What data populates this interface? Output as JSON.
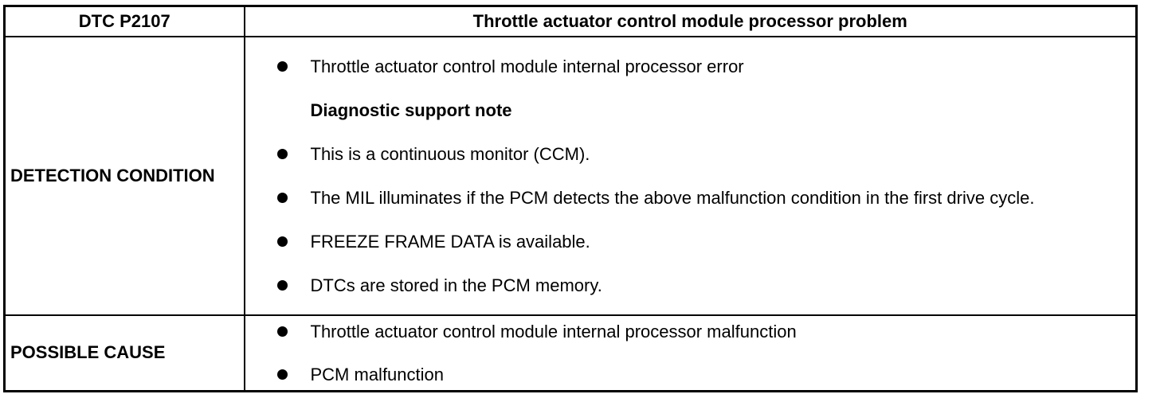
{
  "header": {
    "code": "DTC P2107",
    "title": "Throttle actuator control module processor problem"
  },
  "detection": {
    "label": "DETECTION CONDITION",
    "items": [
      {
        "text": "Throttle actuator control module internal processor error",
        "bullet": true
      },
      {
        "text": "Diagnostic support note",
        "bullet": false
      },
      {
        "text": "This is a continuous monitor (CCM).",
        "bullet": true
      },
      {
        "text": "The MIL illuminates if the PCM detects the above malfunction condition in the first drive cycle.",
        "bullet": true
      },
      {
        "text": "FREEZE FRAME DATA is available.",
        "bullet": true
      },
      {
        "text": "DTCs are stored in the PCM memory.",
        "bullet": true
      }
    ]
  },
  "cause": {
    "label": "POSSIBLE CAUSE",
    "items": [
      {
        "text": "Throttle actuator control module internal processor malfunction",
        "bullet": true
      },
      {
        "text": "PCM malfunction",
        "bullet": true
      }
    ]
  }
}
